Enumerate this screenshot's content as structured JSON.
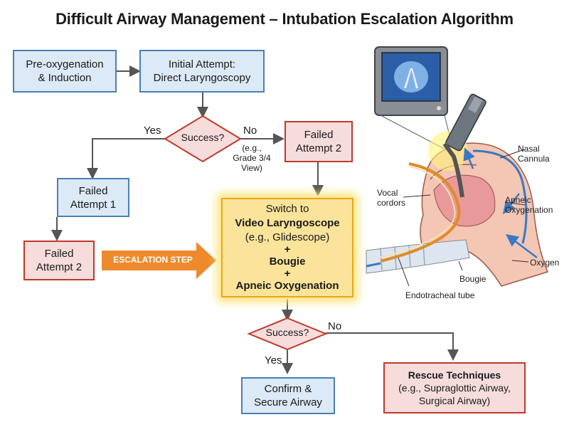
{
  "title": "Difficult Airway Management – Intubation Escalation Algorithm",
  "nodes": {
    "preox": [
      "Pre-oxygenation",
      "& Induction"
    ],
    "initial": [
      "Initial Attempt:",
      "Direct Laryngoscopy"
    ],
    "success1": "Success?",
    "yes1": "Yes",
    "no1": "No",
    "no1_note": [
      "(e.g.,",
      "Grade 3/4",
      "View)"
    ],
    "failed1": [
      "Failed",
      "Attempt 1"
    ],
    "failed2_left": [
      "Failed",
      "Attempt 2"
    ],
    "failed2_right": [
      "Failed",
      "Attempt 2"
    ],
    "escalation": "ESCALATION STEP",
    "switch": {
      "line1": "Switch to",
      "line2": "Video Laryngoscope",
      "line3": "(e.g., Glidescope)",
      "plus1": "+",
      "line4": "Bougie",
      "plus2": "+",
      "line5": "Apneic Oxygenation"
    },
    "success2": "Success?",
    "yes2": "Yes",
    "no2": "No",
    "confirm": [
      "Confirm &",
      "Secure Airway"
    ],
    "rescue": {
      "title": "Rescue Techniques",
      "line1": "(e.g., Supraglottic Airway,",
      "line2": "Surgical Airway)"
    }
  },
  "illustration": {
    "labels": {
      "nasal": [
        "Nasal",
        "Cannula"
      ],
      "vocal": [
        "Vocal",
        "cordors"
      ],
      "apneic": [
        "Apneic",
        "Oxygenation"
      ],
      "oxygen": "Oxygen",
      "bougie": "Bougie",
      "ett": "Endotracheal tube"
    }
  },
  "colors": {
    "blue_fill": "#dce9f6",
    "blue_border": "#4a7fb5",
    "red_fill": "#f7dcdc",
    "red_border": "#c0392b",
    "gold_fill": "#fbe39a",
    "gold_border": "#e6a619",
    "escalation_arrow": "#ee8a2d",
    "connector": "#555555"
  }
}
